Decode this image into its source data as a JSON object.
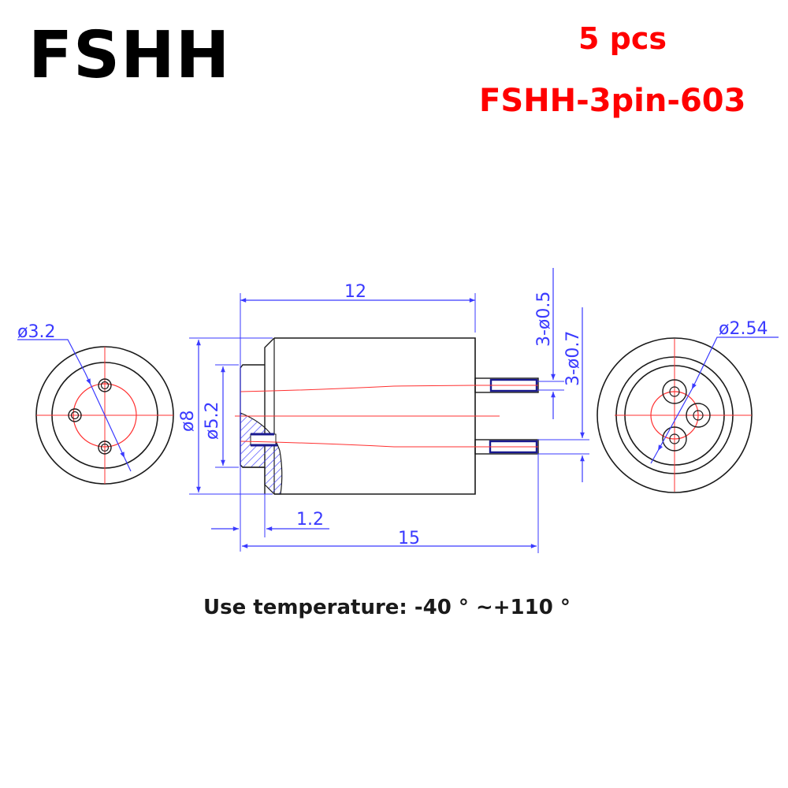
{
  "header": {
    "brand": "FSHH",
    "quantity": "5 pcs",
    "model": "FSHH-3pin-603"
  },
  "drawing": {
    "front_view": {
      "hole_circle_dim": "ø3.2"
    },
    "side_view": {
      "body_length": "12",
      "total_length": "15",
      "flange_length": "1.2",
      "outer_diameter": "ø8",
      "inner_diameter": "ø5.2",
      "pin_diameter": "3-ø0.5",
      "pin_shoulder_diameter": "3-ø0.7"
    },
    "rear_view": {
      "pin_circle_dim": "ø2.54"
    },
    "colors": {
      "outline": "#1a1a1a",
      "dimension": "#3a3aff",
      "centerline": "#ff3030",
      "hatch": "#3a3aff",
      "title_red": "#ff0000"
    }
  },
  "footer": {
    "temperature": "Use temperature:  -40 ° ~+110 °"
  }
}
